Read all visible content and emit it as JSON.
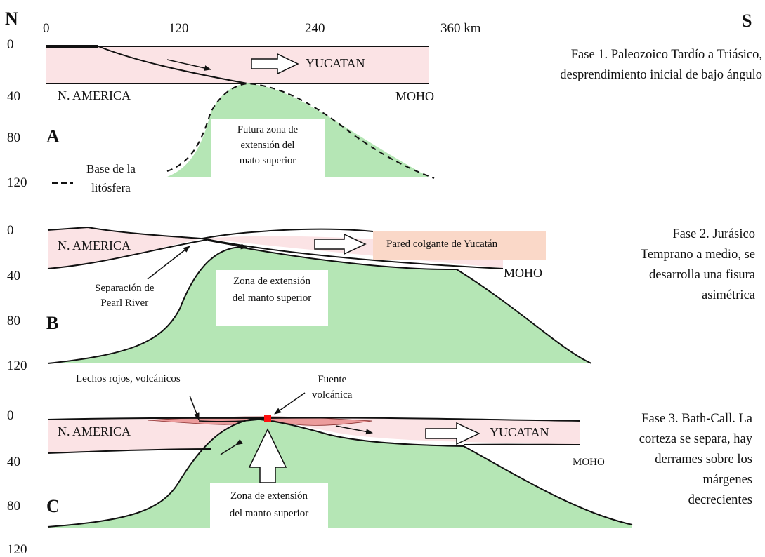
{
  "compass": {
    "north": "N",
    "south": "S"
  },
  "distance_axis": {
    "ticks": [
      "0",
      "120",
      "240",
      "360 km"
    ]
  },
  "panels": [
    {
      "letter": "A",
      "depth_ticks": [
        "0",
        "40",
        "80",
        "120"
      ],
      "labels": {
        "crust_left": "N. AMERICA",
        "crust_right": "YUCATAN",
        "moho": "MOHO"
      },
      "mantle_box": [
        "Futura zona de",
        "extensión del",
        "mato superior"
      ],
      "legend": [
        "Base de la",
        "litósfera"
      ],
      "caption": [
        "Fase 1. Paleozoico Tardío a Triásico,",
        "desprendimiento inicial de bajo ángulo"
      ]
    },
    {
      "letter": "B",
      "depth_ticks": [
        "0",
        "40",
        "80",
        "120"
      ],
      "labels": {
        "crust_left": "N. AMERICA",
        "crust_right": "Pared colgante de Yucatán",
        "moho": "MOHO"
      },
      "mantle_box": [
        "Zona de extensión",
        "del manto superior"
      ],
      "annotation": [
        "Separación de",
        "Pearl River"
      ],
      "caption": [
        "Fase 2. Jurásico",
        "Temprano a medio, se",
        "desarrolla una fisura",
        "asimétrica"
      ]
    },
    {
      "letter": "C",
      "depth_ticks": [
        "0",
        "40",
        "80",
        "120"
      ],
      "labels": {
        "crust_left": "N. AMERICA",
        "crust_right": "YUCATAN",
        "moho": "MOHO"
      },
      "mantle_box": [
        "Zona de extensión",
        "del manto superior"
      ],
      "annotations": {
        "red_beds": "Lechos rojos, volcánicos",
        "volcanic_source": [
          "Fuente",
          "volcánica"
        ]
      },
      "caption": [
        "Fase 3. Bath-Call. La",
        "corteza se separa, hay",
        "derrames sobre los",
        "márgenes",
        "decrecientes"
      ]
    }
  ],
  "colors": {
    "crust": "#fbe3e5",
    "mantle": "#b5e6b5",
    "hanging_wall": "#fad8c8",
    "sediment": "#ec9c9c",
    "volcanic_source": "#ff1010"
  }
}
